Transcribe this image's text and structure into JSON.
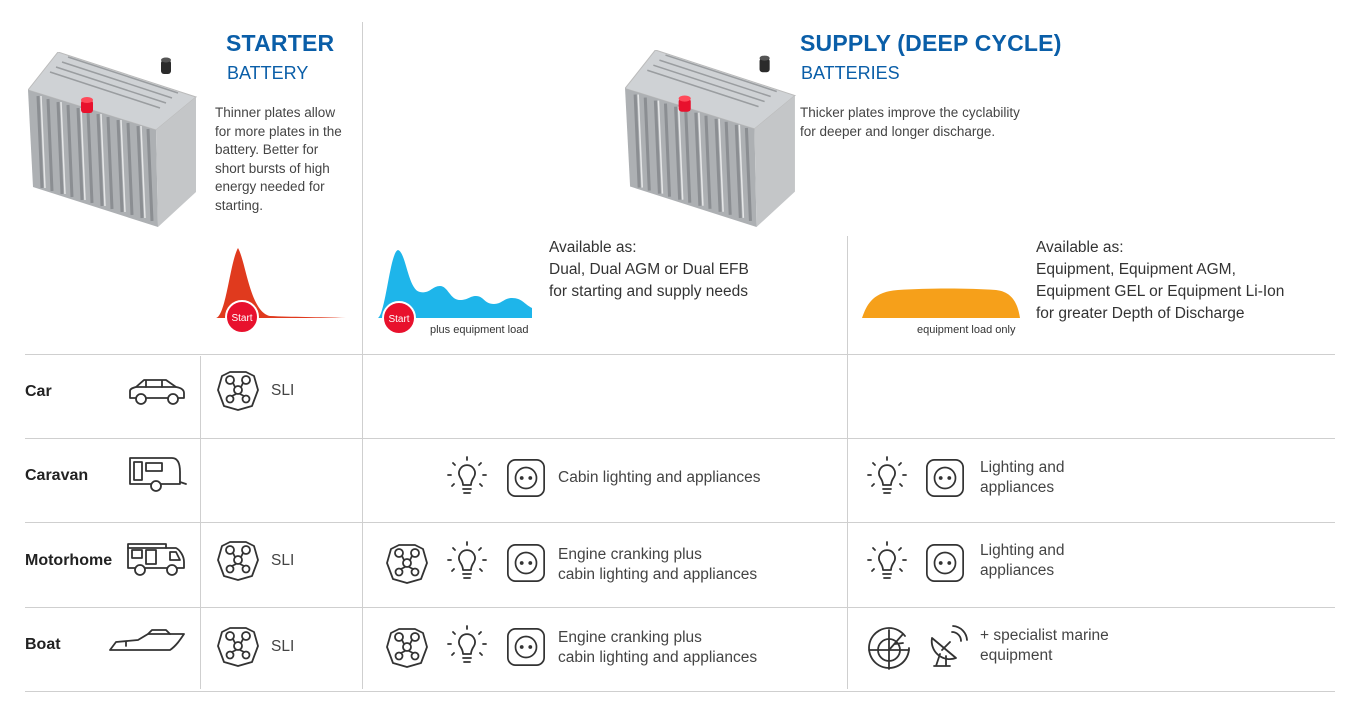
{
  "starter": {
    "title": "STARTER",
    "subtitle": "BATTERY",
    "description_lines": [
      "Thinner plates allow",
      "for more plates in the",
      "battery. Better for",
      "short bursts of high",
      "energy needed for",
      "starting."
    ],
    "curve_badge": "Start",
    "curve_color": "#e03a1e"
  },
  "supply": {
    "title": "SUPPLY (DEEP CYCLE)",
    "subtitle": "BATTERIES",
    "description_lines": [
      "Thicker plates improve the cyclability",
      "for deeper and longer discharge."
    ]
  },
  "dual": {
    "available_lines": [
      "Available as:",
      "Dual, Dual AGM or Dual EFB",
      "for starting and supply needs"
    ],
    "curve_badge": "Start",
    "curve_label": "plus equipment load",
    "curve_color": "#1eb5ea"
  },
  "equipment": {
    "available_lines": [
      "Available as:",
      "Equipment, Equipment AGM,",
      "Equipment GEL or Equipment Li-Ion",
      "for greater Depth of Discharge"
    ],
    "curve_label": "equipment load only",
    "curve_color": "#f6a01a"
  },
  "colors": {
    "accent_blue": "#0a5ea8",
    "badge_red": "#e8112d"
  },
  "rows": [
    {
      "label": "Car",
      "icon": "car-icon",
      "starter_text": "SLI",
      "dual_lines": [],
      "equip_lines": []
    },
    {
      "label": "Caravan",
      "icon": "caravan-icon",
      "starter_text": "",
      "dual_lines": [
        "Cabin lighting and appliances"
      ],
      "equip_lines": [
        "Lighting and",
        "appliances"
      ]
    },
    {
      "label": "Motorhome",
      "icon": "motorhome-icon",
      "starter_text": "SLI",
      "dual_lines": [
        "Engine cranking plus",
        "cabin lighting and appliances"
      ],
      "equip_lines": [
        "Lighting and",
        "appliances"
      ]
    },
    {
      "label": "Boat",
      "icon": "boat-icon",
      "starter_text": "SLI",
      "dual_lines": [
        "Engine cranking plus",
        "cabin lighting and appliances"
      ],
      "equip_lines": [
        "+ specialist marine",
        "equipment"
      ]
    }
  ]
}
